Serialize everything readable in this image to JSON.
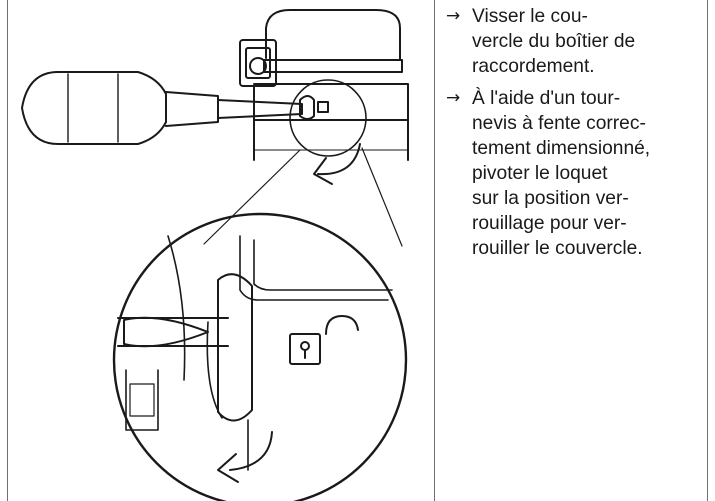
{
  "instructions": {
    "arrow_glyph": "→",
    "items": [
      {
        "line1": "Visser le cou-",
        "line2": "vercle du boîtier de",
        "line3": "raccordement."
      },
      {
        "line1": "À l'aide d'un tour-",
        "line2": "nevis à fente correc-",
        "line3": "tement dimensionné,",
        "line4": "pivoter le loquet",
        "line5": "sur la position ver-",
        "line6": "rouillage pour ver-",
        "line7": "rouiller le couvercle."
      }
    ]
  },
  "colors": {
    "border": "#6f6f6f",
    "ink": "#1a1a1a"
  }
}
